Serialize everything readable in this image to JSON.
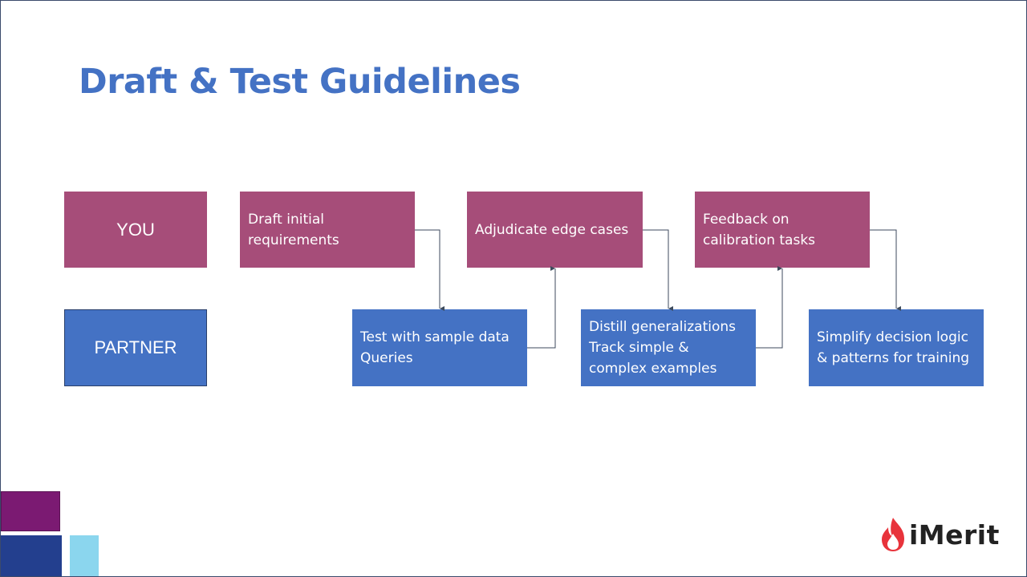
{
  "title": "Draft & Test Guidelines",
  "rows": {
    "you": "YOU",
    "partner": "PARTNER"
  },
  "steps": {
    "s1": [
      "Draft initial",
      "requirements"
    ],
    "s2": [
      "Test with sample data",
      "Queries"
    ],
    "s3": [
      "Adjudicate edge cases"
    ],
    "s4": [
      "Distill generalizations",
      "Track simple &",
      "complex examples"
    ],
    "s5": [
      "Feedback on",
      "calibration tasks"
    ],
    "s6": [
      "Simplify decision logic",
      "& patterns for training"
    ]
  },
  "brand": {
    "name": "iMerit",
    "icon": "flame-logo-icon"
  },
  "colors": {
    "title": "#4472c4",
    "you": "#a64d79",
    "partner": "#4472c4",
    "brand_red": "#e8333b"
  }
}
